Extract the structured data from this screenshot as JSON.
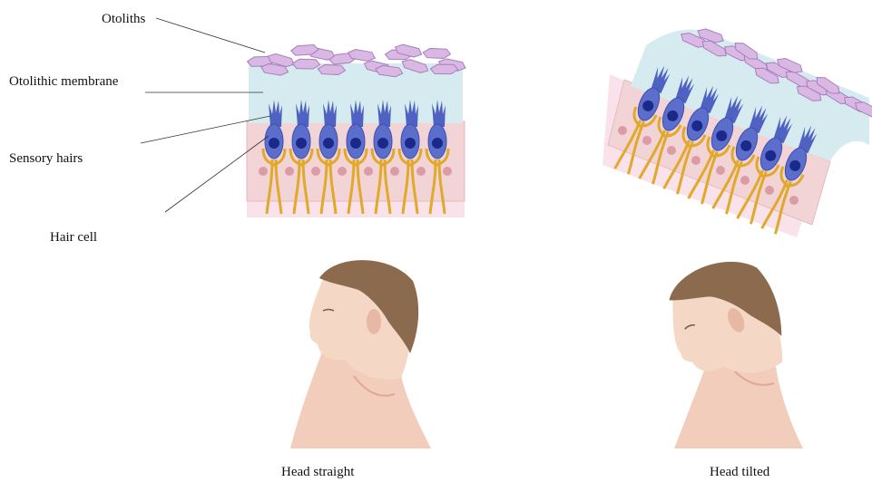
{
  "labels": {
    "otoliths": "Otoliths",
    "otolithic_membrane": "Otolithic membrane",
    "sensory_hairs": "Sensory hairs",
    "hair_cell": "Hair cell"
  },
  "captions": {
    "head_straight": "Head straight",
    "head_tilted": "Head tilted"
  },
  "colors": {
    "otolith_fill": "#d9b8e4",
    "otolith_stroke": "#a77fbd",
    "membrane": "#d6ebef",
    "support_layer": "#f3d4d6",
    "base_layer": "#f9e2ea",
    "hair_cell": "#4f62c2",
    "nucleus": "#1b2a8a",
    "nerve": "#e0a92a",
    "support_nucleus": "#dc9ca6",
    "skin": "#f5d7c6",
    "skin_shade": "#e7b9a4",
    "hair": "#8c6a4e"
  }
}
